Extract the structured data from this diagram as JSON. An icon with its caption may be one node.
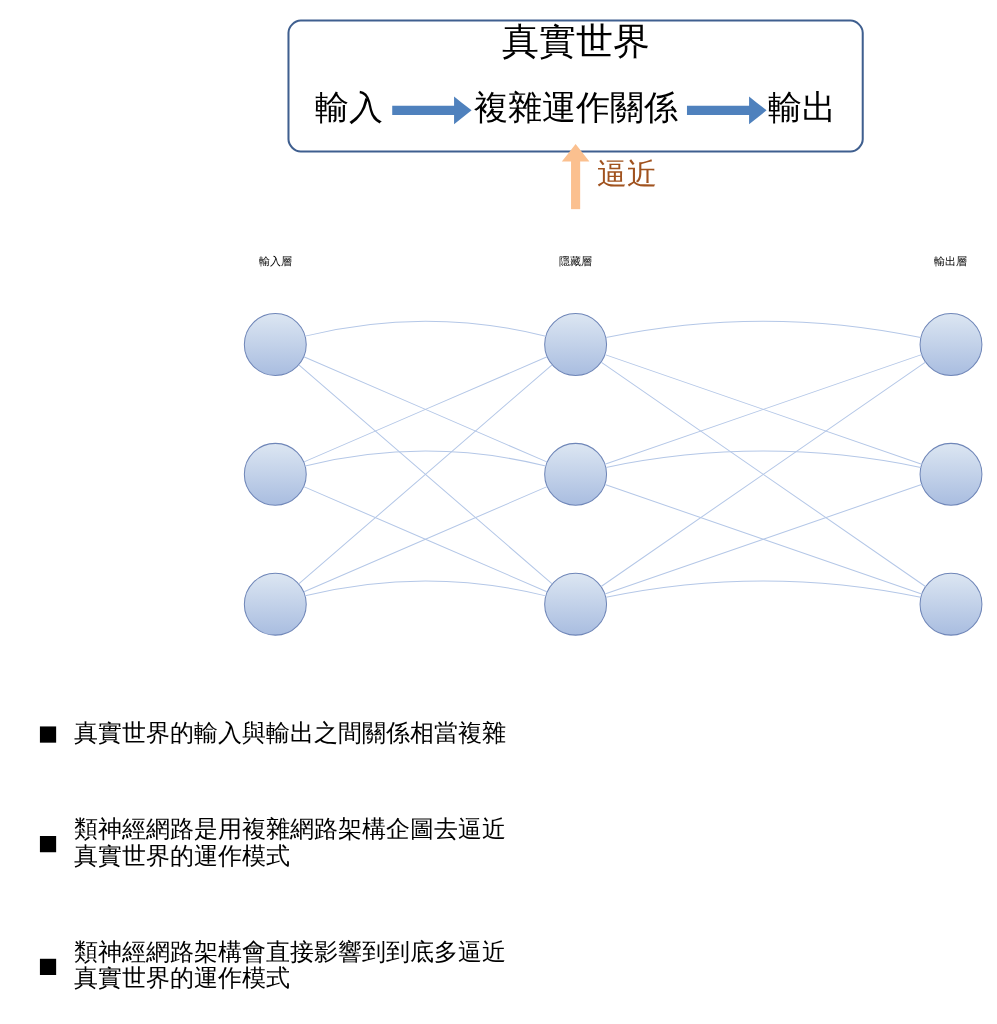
{
  "diagram": {
    "nodes": [
      {
        "text": [
          "真實世界"
        ]
      },
      {
        "text": [
          "輸入"
        ],
        "in": 0
      },
      {
        "text": [
          "複雜運作關係"
        ],
        "in": 0
      },
      {
        "text": [
          "輸出"
        ],
        "in": 0
      },
      {
        "text": [],
        "shape": "circle"
      },
      {
        "text": [],
        "shape": "circle"
      },
      {
        "text": [],
        "shape": "circle"
      },
      {
        "text": [],
        "shape": "circle"
      },
      {
        "text": [],
        "shape": "circle"
      },
      {
        "text": [],
        "shape": "circle"
      },
      {
        "text": [],
        "shape": "circle"
      },
      {
        "text": [],
        "shape": "circle"
      },
      {
        "text": [],
        "shape": "circle"
      }
    ],
    "edges": [
      {
        "from": 1,
        "to": 2,
        "arrow": "to",
        "style": "thick",
        "color": "#4f81bd"
      },
      {
        "from": 2,
        "to": 3,
        "arrow": "to",
        "style": "thick",
        "color": "#4f81bd"
      },
      {
        "from": null,
        "to": 0,
        "arrow": "to",
        "label": "逼近",
        "style": "thick",
        "color": "#fbc08f"
      },
      {
        "from": 4,
        "to": 7,
        "arrow": "none"
      },
      {
        "from": 4,
        "to": 8,
        "arrow": "none"
      },
      {
        "from": 4,
        "to": 9,
        "arrow": "none"
      },
      {
        "from": 5,
        "to": 7,
        "arrow": "none"
      },
      {
        "from": 5,
        "to": 8,
        "arrow": "none"
      },
      {
        "from": 5,
        "to": 9,
        "arrow": "none"
      },
      {
        "from": 6,
        "to": 7,
        "arrow": "none"
      },
      {
        "from": 6,
        "to": 8,
        "arrow": "none"
      },
      {
        "from": 6,
        "to": 9,
        "arrow": "none"
      },
      {
        "from": 7,
        "to": 10,
        "arrow": "none"
      },
      {
        "from": 7,
        "to": 11,
        "arrow": "none"
      },
      {
        "from": 7,
        "to": 12,
        "arrow": "none"
      },
      {
        "from": 8,
        "to": 10,
        "arrow": "none"
      },
      {
        "from": 8,
        "to": 11,
        "arrow": "none"
      },
      {
        "from": 8,
        "to": 12,
        "arrow": "none"
      },
      {
        "from": 9,
        "to": 10,
        "arrow": "none"
      },
      {
        "from": 9,
        "to": 11,
        "arrow": "none"
      },
      {
        "from": 9,
        "to": 12,
        "arrow": "none"
      }
    ],
    "labels": [
      "輸入層",
      "隱藏層",
      "輸出層",
      "真實世界的輸入與輸出之間關係相當複雜",
      "類神經網路是用複雜網路架構企圖去逼近真實世界的運作模式",
      "類神經網路架構會直接影響到到底多逼近真實世界的運作模式"
    ]
  }
}
